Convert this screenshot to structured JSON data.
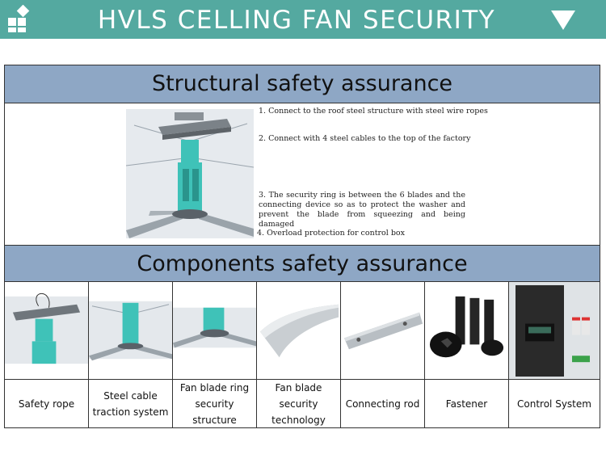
{
  "banner": {
    "title": "HVLS CELLING FAN SECURITY",
    "logo_icon": "four-squares-logo",
    "arrow_icon": "down-triangle-icon",
    "color": "#54a9a0"
  },
  "sections": {
    "structural": {
      "title": "Structural safety assurance",
      "notes": [
        "1. Connect to the roof steel structure with steel wire ropes",
        "2. Connect with 4 steel cables to the top of the factory",
        "3. The security ring is between the 6 blades and the connecting device so as to protect the washer and prevent the blade from squeezing and being damaged",
        "4. Overload protection for control box"
      ]
    },
    "components": {
      "title": "Components safety assurance",
      "items": [
        {
          "label": "Safety rope"
        },
        {
          "label": "Steel cable traction system"
        },
        {
          "label": "Fan blade ring security structure"
        },
        {
          "label": "Fan blade security technology"
        },
        {
          "label": "Connecting rod"
        },
        {
          "label": "Fastener"
        },
        {
          "label": "Control System"
        }
      ]
    }
  },
  "colors": {
    "header_band": "#8ea7c5",
    "fan_teal": "#3fc2b8"
  }
}
